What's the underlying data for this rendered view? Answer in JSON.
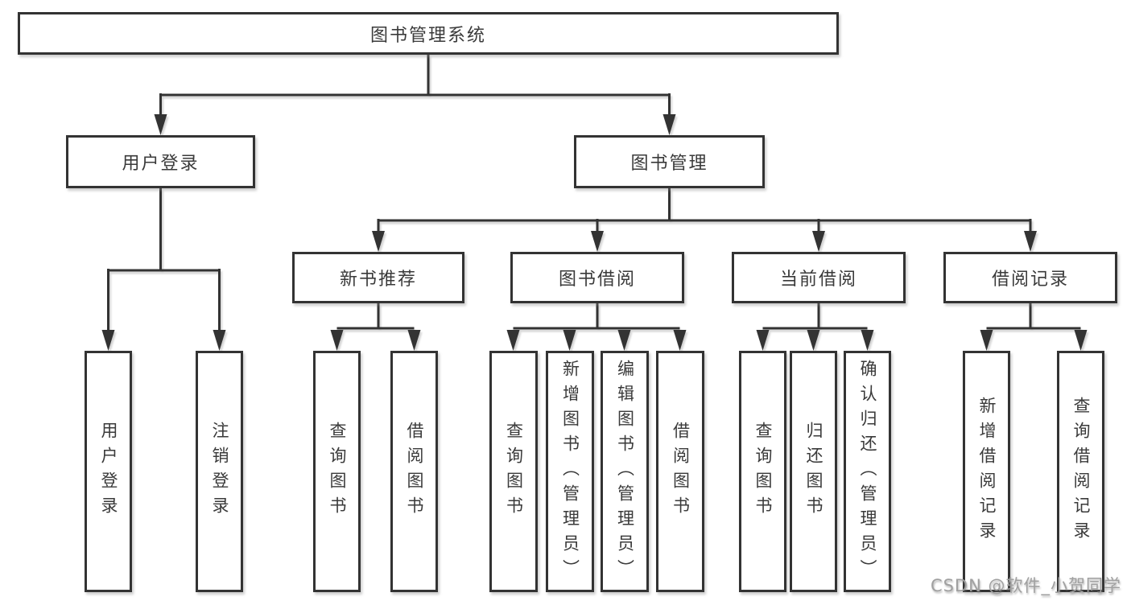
{
  "colors": {
    "line": "#333333",
    "box_border": "#333333",
    "text": "#3a3a3a",
    "background": "#ffffff",
    "watermark": "#a0a0a0"
  },
  "watermark": {
    "text": "CSDN @软件_小贺同学"
  },
  "tree": {
    "root": {
      "label": "图书管理系统"
    },
    "branches": [
      {
        "label": "用户登录",
        "children": [
          {
            "label": "用户登录"
          },
          {
            "label": "注销登录"
          }
        ]
      },
      {
        "label": "图书管理",
        "children": [
          {
            "label": "新书推荐",
            "children": [
              {
                "label": "查询图书"
              },
              {
                "label": "借阅图书"
              }
            ]
          },
          {
            "label": "图书借阅",
            "children": [
              {
                "label": "查询图书"
              },
              {
                "label": "新增图书（管理员）"
              },
              {
                "label": "编辑图书（管理员）"
              },
              {
                "label": "借阅图书"
              }
            ]
          },
          {
            "label": "当前借阅",
            "children": [
              {
                "label": "查询图书"
              },
              {
                "label": "归还图书"
              },
              {
                "label": "确认归还（管理员）"
              }
            ]
          },
          {
            "label": "借阅记录",
            "children": [
              {
                "label": "新增借阅记录"
              },
              {
                "label": "查询借阅记录"
              }
            ]
          }
        ]
      }
    ]
  }
}
